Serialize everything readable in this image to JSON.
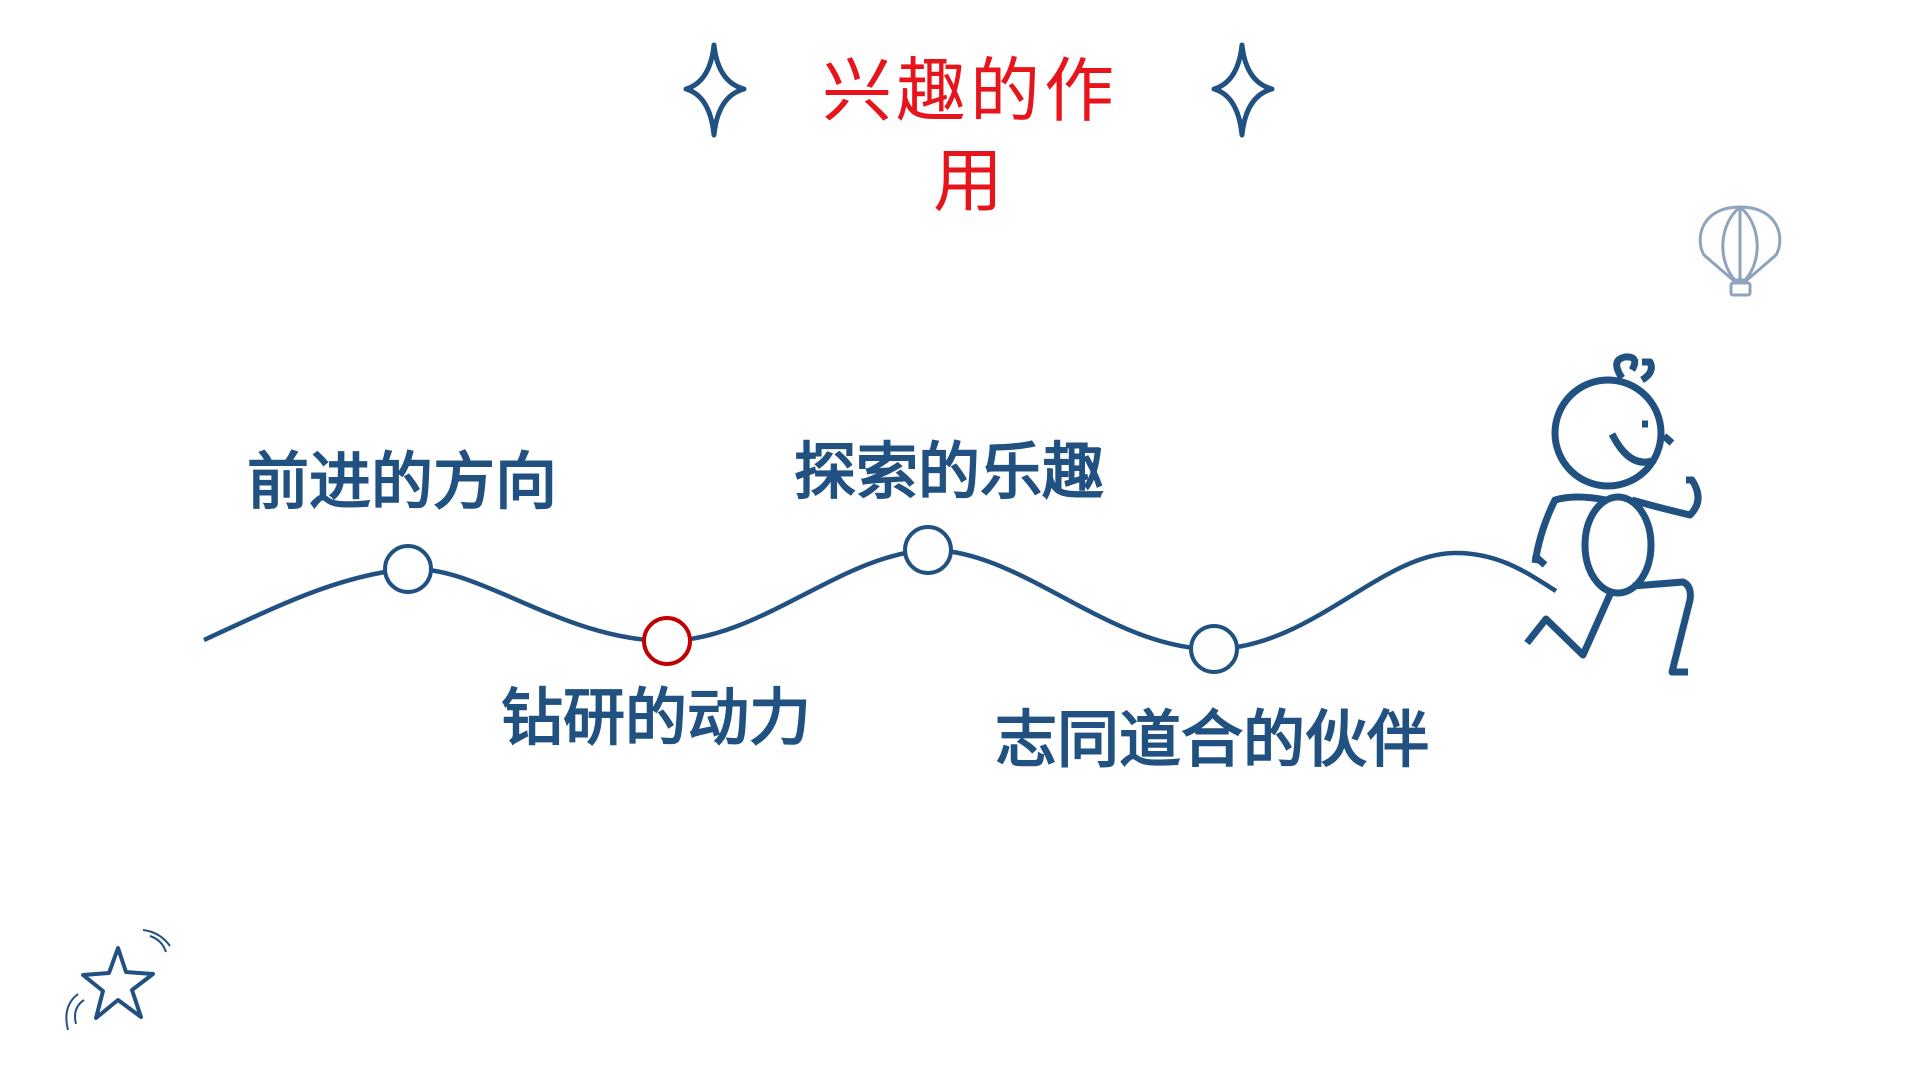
{
  "title": "兴趣的作用",
  "points": [
    {
      "label": "前进的方向",
      "highlight": false
    },
    {
      "label": "钻研的动力",
      "highlight": true
    },
    {
      "label": "探索的乐趣",
      "highlight": false
    },
    {
      "label": "志同道合的伙伴",
      "highlight": false
    }
  ],
  "colors": {
    "primary": "#215180",
    "accent": "#e8141b",
    "balloon": "#8fa3bd"
  }
}
